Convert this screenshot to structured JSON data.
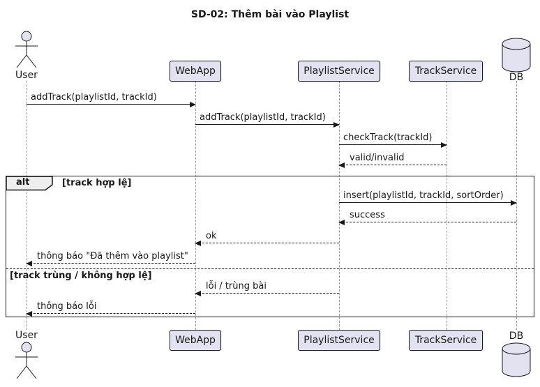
{
  "title": "SD-02: Thêm bài vào Playlist",
  "participants": {
    "user": {
      "label": "User",
      "type": "actor"
    },
    "webapp": {
      "label": "WebApp",
      "type": "participant"
    },
    "playlist_service": {
      "label": "PlaylistService",
      "type": "participant"
    },
    "track_service": {
      "label": "TrackService",
      "type": "participant"
    },
    "db": {
      "label": "DB",
      "type": "database"
    }
  },
  "messages": [
    {
      "from": "User",
      "to": "WebApp",
      "label": "addTrack(playlistId, trackId)",
      "line": "solid"
    },
    {
      "from": "WebApp",
      "to": "PlaylistService",
      "label": "addTrack(playlistId, trackId)",
      "line": "solid"
    },
    {
      "from": "PlaylistService",
      "to": "TrackService",
      "label": "checkTrack(trackId)",
      "line": "solid"
    },
    {
      "from": "TrackService",
      "to": "PlaylistService",
      "label": "valid/invalid",
      "line": "dashed"
    },
    {
      "from": "PlaylistService",
      "to": "DB",
      "label": "insert(playlistId, trackId, sortOrder)",
      "line": "solid"
    },
    {
      "from": "DB",
      "to": "PlaylistService",
      "label": "success",
      "line": "dashed"
    },
    {
      "from": "PlaylistService",
      "to": "WebApp",
      "label": "ok",
      "line": "dashed"
    },
    {
      "from": "WebApp",
      "to": "User",
      "label": "thông báo \"Đã thêm vào playlist\"",
      "line": "dashed"
    },
    {
      "from": "PlaylistService",
      "to": "WebApp",
      "label": "lỗi / trùng bài",
      "line": "dashed"
    },
    {
      "from": "WebApp",
      "to": "User",
      "label": "thông báo lỗi",
      "line": "dashed"
    }
  ],
  "alt_frame": {
    "operator": "alt",
    "condition_1": "[track hợp lệ]",
    "condition_2": "[track trùng / không hợp lệ]"
  },
  "colors": {
    "participant_fill": "#E2E2F0",
    "participant_border": "#181818",
    "lifeline": "#999999",
    "message": "#181818",
    "frame_border": "#181818",
    "frame_tab_fill": "#EEEEEE",
    "background": "#FFFFFF"
  }
}
